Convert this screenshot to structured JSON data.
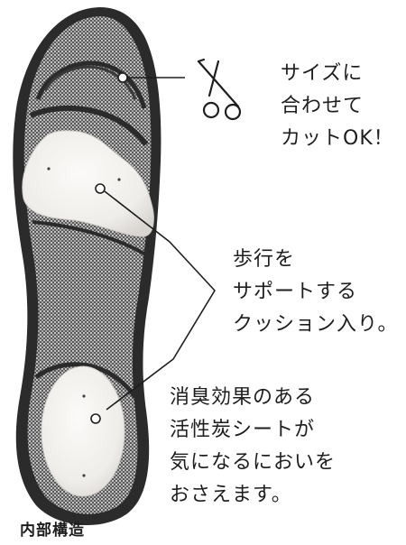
{
  "callouts": {
    "cut": {
      "lines": [
        "サイズに",
        "合わせて",
        "カットOK！"
      ]
    },
    "cushion": {
      "lines": [
        "歩行を",
        "サポートする",
        "クッション入り。"
      ]
    },
    "carbon": {
      "lines": [
        "消臭効果のある",
        "活性炭シートが",
        "気になるにおいを",
        "おさえます。"
      ]
    }
  },
  "caption": "内部構造",
  "icons": {
    "cut_tool": "scissors-icon"
  },
  "colors": {
    "outer_edge": "#2b2b2b",
    "mesh_dark": "#4a4a4a",
    "mesh_light": "#c9c9c9",
    "pad_fill": "#f1efec",
    "text": "#1e1e1e"
  }
}
